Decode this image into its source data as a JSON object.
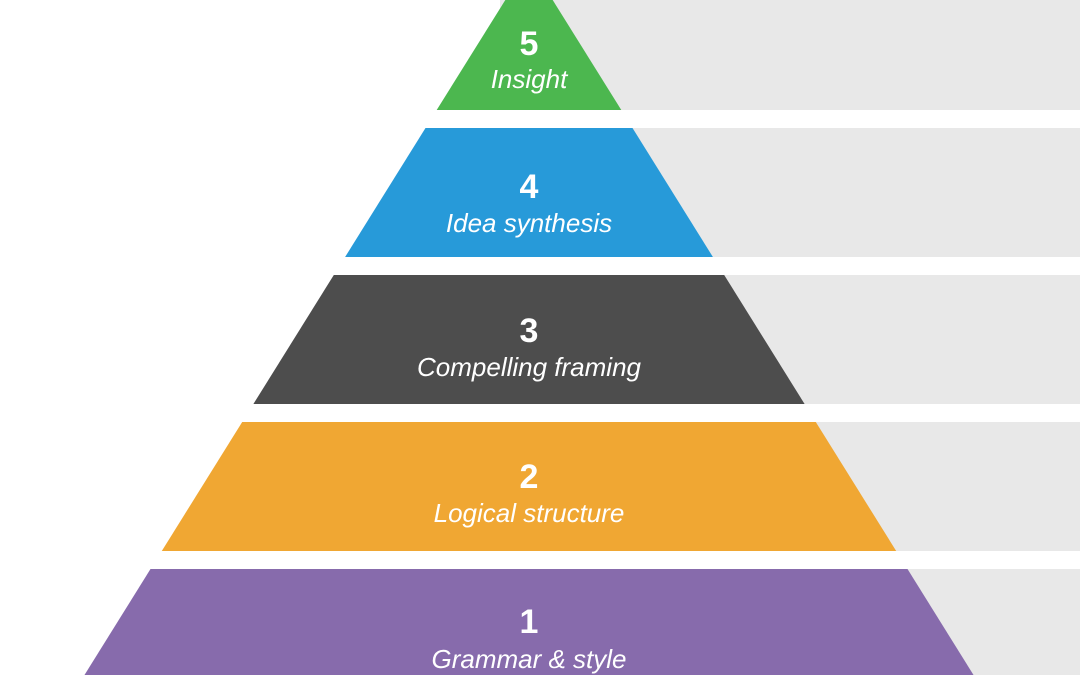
{
  "diagram": {
    "background_band_color": "#e8e8e8",
    "levels": [
      {
        "number": "5",
        "label": "Insight",
        "color": "#4cb74f"
      },
      {
        "number": "4",
        "label": "Idea synthesis",
        "color": "#279ad9"
      },
      {
        "number": "3",
        "label": "Compelling framing",
        "color": "#4d4d4d"
      },
      {
        "number": "2",
        "label": "Logical structure",
        "color": "#f0a733"
      },
      {
        "number": "1",
        "label": "Grammar & style",
        "color": "#876bac"
      }
    ]
  }
}
